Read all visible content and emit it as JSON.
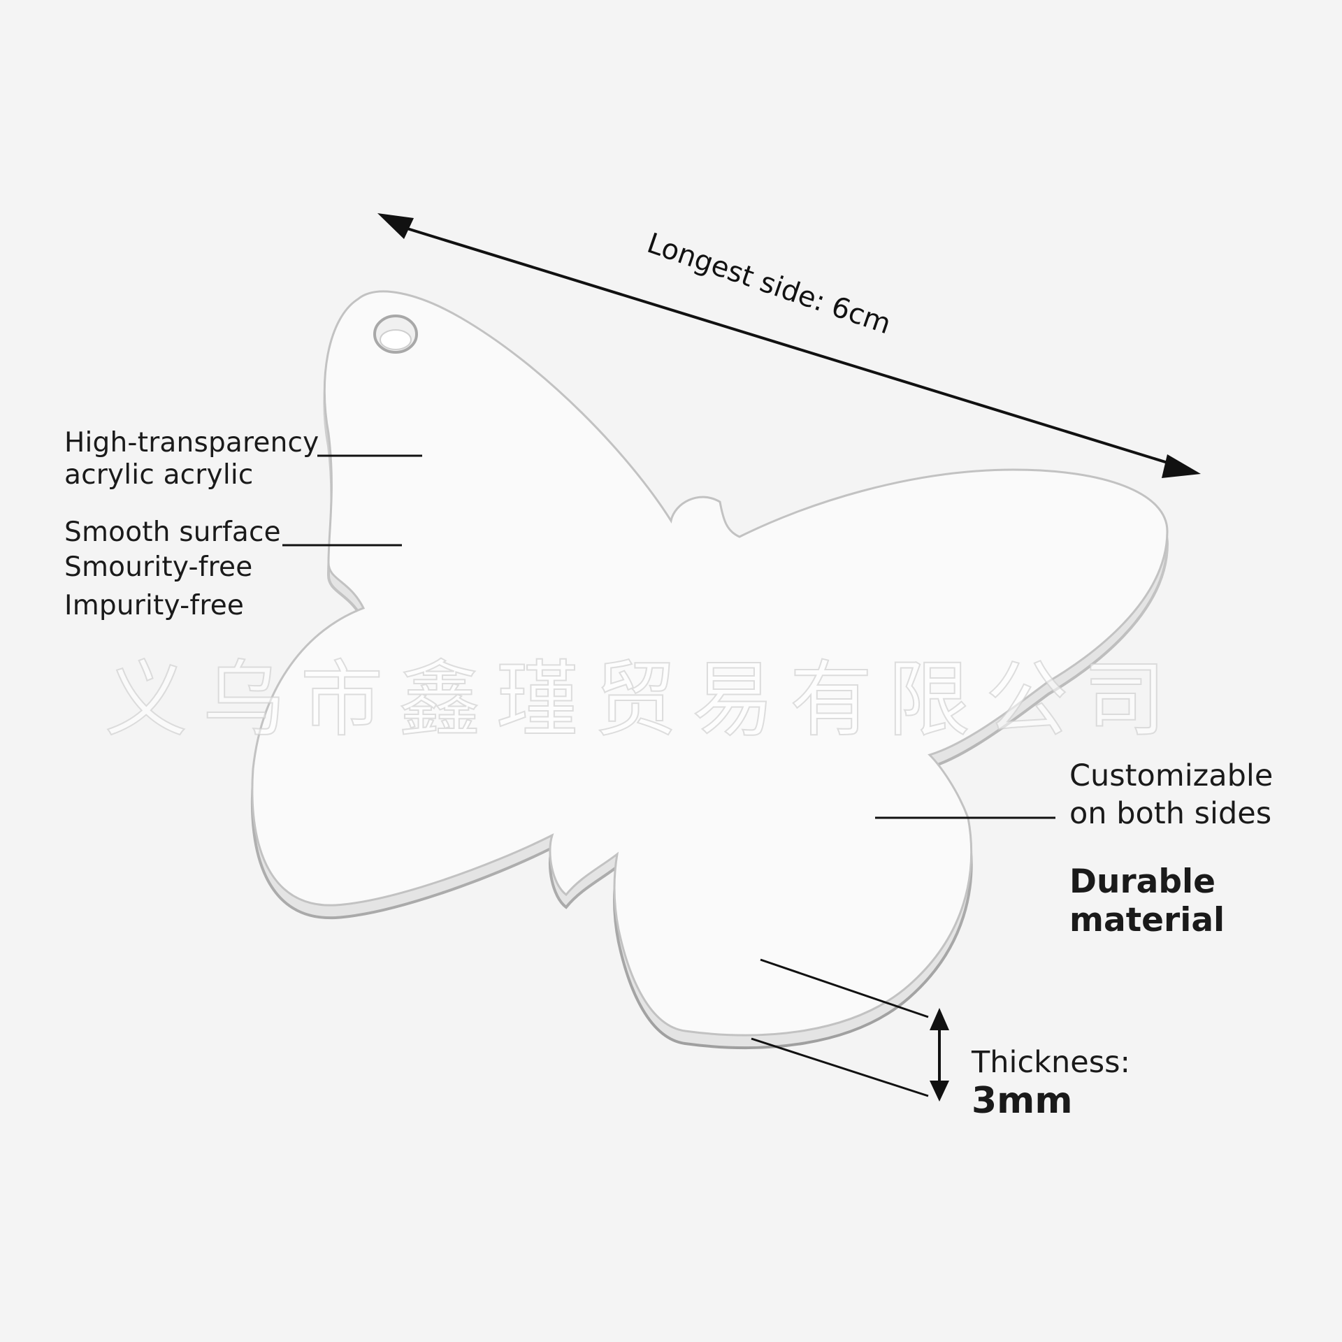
{
  "dimension": {
    "longest_side": "Longest side: 6cm",
    "thickness_label": "Thickness:",
    "thickness_value": "3mm"
  },
  "features_left": {
    "line1": "High-transparency",
    "line2": "acrylic acrylic",
    "line3": "Smooth surface",
    "line4": "Smourity-free",
    "line5": "Impurity-free"
  },
  "features_right": {
    "line1": "Customizable",
    "line2": "on both sides",
    "line3": "Durable",
    "line4": "material"
  },
  "watermark": "义乌市鑫瑾贸易有限公司",
  "colors": {
    "background": "#f4f4f4",
    "text": "#111111",
    "acrylic_edge": "#b8b8b8"
  }
}
